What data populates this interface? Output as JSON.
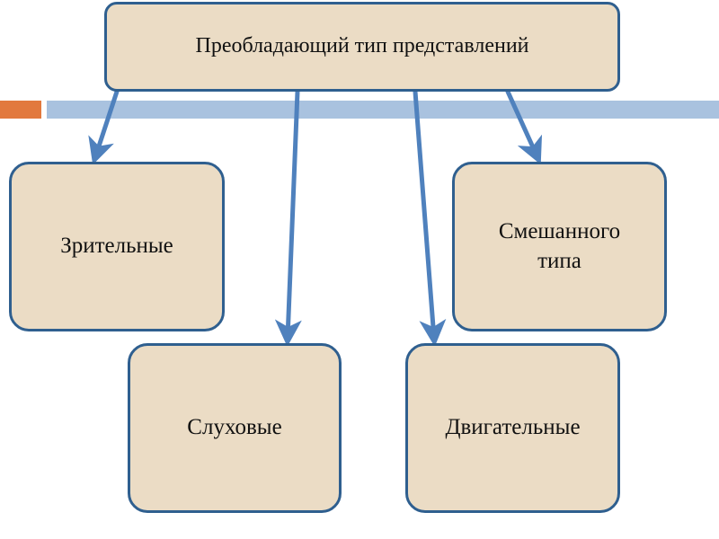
{
  "diagram": {
    "root": {
      "label": "Преобладающий тип представлений"
    },
    "children": [
      {
        "id": "visual",
        "label": "Зрительные"
      },
      {
        "id": "audio",
        "label": "Слуховые"
      },
      {
        "id": "motor",
        "label": "Двигательные"
      },
      {
        "id": "mixed",
        "label": "Смешанного\nтипа"
      }
    ]
  },
  "colors": {
    "node_fill": "#ebdcc5",
    "node_border": "#2f5f8f",
    "arrow": "#4f81bd",
    "accent_orange": "#e2793e",
    "accent_blue": "#a9c2df"
  }
}
